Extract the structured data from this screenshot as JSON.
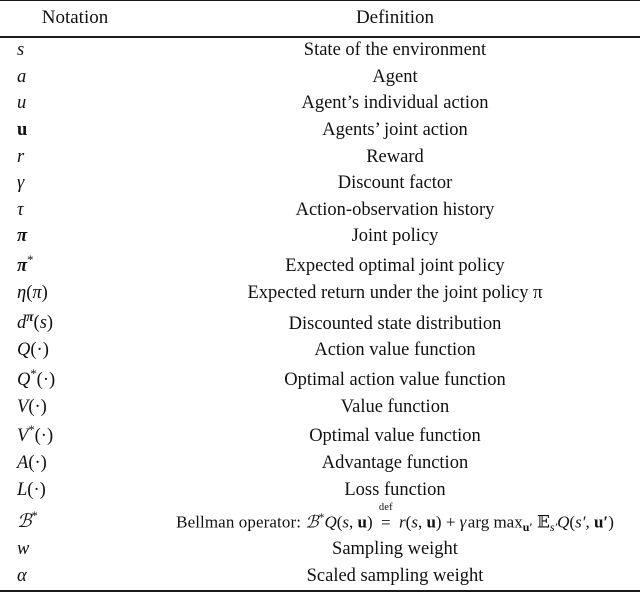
{
  "table": {
    "headers": {
      "notation": "Notation",
      "definition": "Definition"
    },
    "rows": [
      {
        "notation": "s",
        "definition": "State of the environment"
      },
      {
        "notation": "a",
        "definition": "Agent"
      },
      {
        "notation": "u",
        "definition": "Agent’s individual action"
      },
      {
        "notation": "𝐮",
        "definition": "Agents’ joint action"
      },
      {
        "notation": "r",
        "definition": "Reward"
      },
      {
        "notation": "γ",
        "definition": "Discount factor"
      },
      {
        "notation": "τ",
        "definition": "Action-observation history"
      },
      {
        "notation": "π",
        "definition": "Joint policy"
      },
      {
        "notation": "π*",
        "definition": "Expected optimal joint policy"
      },
      {
        "notation": "η(π)",
        "definition": "Expected return under the joint policy π"
      },
      {
        "notation": "dπ(s)",
        "definition": "Discounted state distribution"
      },
      {
        "notation": "Q(·)",
        "definition": "Action value function"
      },
      {
        "notation": "Q*(·)",
        "definition": "Optimal action value function"
      },
      {
        "notation": "V(·)",
        "definition": "Value function"
      },
      {
        "notation": "V*(·)",
        "definition": "Optimal value function"
      },
      {
        "notation": "A(·)",
        "definition": "Advantage function"
      },
      {
        "notation": "L(·)",
        "definition": "Loss function"
      },
      {
        "notation": "ℬ*",
        "definition": "Bellman operator: ℬ*Q(s, u) ≝ r(s, u) + γ arg max_u′ 𝔼_s′ Q(s′, u′)"
      },
      {
        "notation": "w",
        "definition": "Sampling weight"
      },
      {
        "notation": "α",
        "definition": "Scaled sampling weight"
      }
    ],
    "bellman": {
      "prefix": "Bellman operator:",
      "cal_b": "ℬ",
      "star": "*",
      "q": "Q",
      "open": "(",
      "s": "s",
      "comma": ", ",
      "u_bold": "u",
      "close": ")",
      "def_label": "def",
      "eq": "=",
      "r": "r",
      "plus": "+",
      "gamma": "γ",
      "argmax": "arg max",
      "u_prime_sub": "u′",
      "expect": "𝔼",
      "s_prime_sub": "s′",
      "s_prime": "s′",
      "u_prime": "u′"
    },
    "symbols": {
      "s": "s",
      "a": "a",
      "u": "u",
      "u_bold": "u",
      "r": "r",
      "gamma": "γ",
      "tau": "τ",
      "pi": "π",
      "star": "*",
      "eta": "η",
      "d": "d",
      "Q": "Q",
      "V": "V",
      "A": "A",
      "L": "L",
      "cal_b": "ℬ",
      "w": "w",
      "alpha": "α",
      "open": "(",
      "close": ")",
      "cdot": "·"
    }
  }
}
